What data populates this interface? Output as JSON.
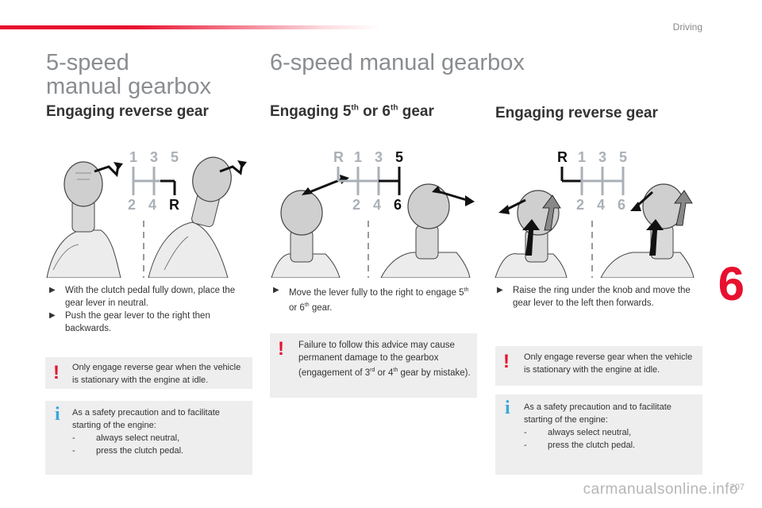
{
  "header": {
    "section": "Driving",
    "chapter_number": "6"
  },
  "col1": {
    "title_line1": "5-speed",
    "title_line2": "manual gearbox",
    "subtitle": "Engaging reverse gear",
    "gear_labels": [
      "1",
      "3",
      "5",
      "2",
      "4",
      "R"
    ],
    "bullets": [
      "With the clutch pedal fully down, place the gear lever in neutral.",
      "Push the gear lever to the right then backwards."
    ],
    "warning": "Only engage reverse gear when the vehicle is stationary with the engine at idle.",
    "info_intro": "As a safety precaution and to facilitate starting of the engine:",
    "info_items": [
      "always select neutral,",
      "press the clutch pedal."
    ]
  },
  "col2": {
    "title": "6-speed manual gearbox",
    "subtitle_pre": "Engaging 5",
    "subtitle_sup1": "th",
    "subtitle_mid": " or 6",
    "subtitle_sup2": "th",
    "subtitle_post": " gear",
    "gear_labels": [
      "R",
      "1",
      "3",
      "5",
      "2",
      "4",
      "6"
    ],
    "bullet_pre": "Move the lever fully to the right to engage 5",
    "bullet_sup1": "th",
    "bullet_mid": " or 6",
    "bullet_sup2": "th",
    "bullet_post": " gear.",
    "warning_pre": "Failure to follow this advice may cause permanent damage to the gearbox (engagement of 3",
    "warning_sup1": "rd",
    "warning_mid": " or 4",
    "warning_sup2": "th",
    "warning_post": " gear by mistake)."
  },
  "col3": {
    "subtitle": "Engaging reverse gear",
    "gear_labels": [
      "R",
      "1",
      "3",
      "5",
      "2",
      "4",
      "6"
    ],
    "bullets": [
      "Raise the ring under the knob and move the gear lever to the left then forwards."
    ],
    "warning": "Only engage reverse gear when the vehicle is stationary with the engine at idle.",
    "info_intro": "As a safety precaution and to facilitate starting of the engine:",
    "info_items": [
      "always select neutral,",
      "press the clutch pedal."
    ]
  },
  "icons": {
    "bullet": "arrow-bullet-icon",
    "warning": "exclamation-icon",
    "info": "info-icon"
  },
  "colors": {
    "accent": "#e8102e",
    "info": "#3aa7dc",
    "title_gray": "#8a8d90",
    "box_bg": "#eeeeee"
  },
  "footer": {
    "page_number": "207",
    "watermark": "carmanualsonline.info"
  }
}
